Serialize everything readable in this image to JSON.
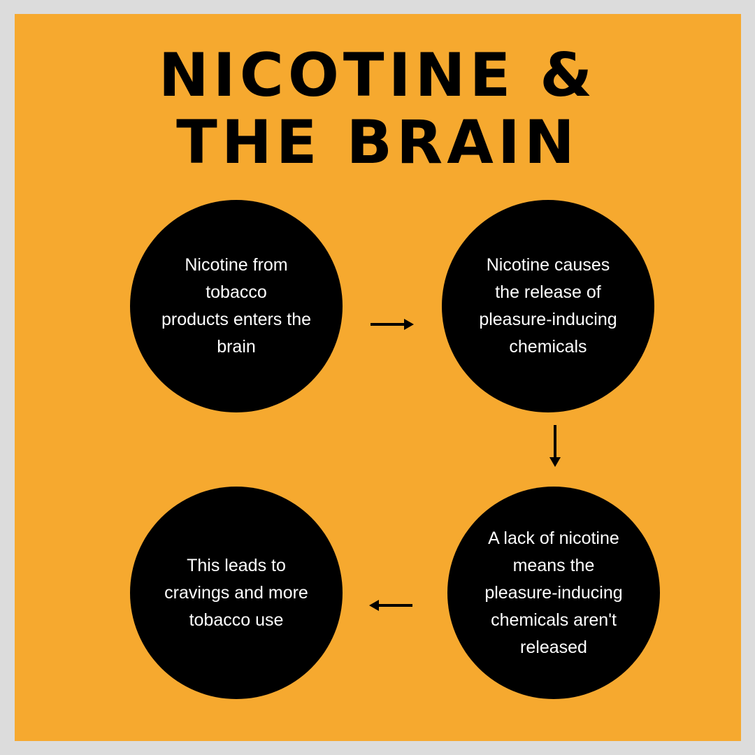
{
  "title": {
    "line1": "NICOTINE &",
    "line2": "THE BRAIN"
  },
  "steps": [
    {
      "text": "Nicotine from\ntobacco\nproducts enters the\nbrain"
    },
    {
      "text": "Nicotine causes\nthe release of\npleasure-inducing\nchemicals"
    },
    {
      "text": "A lack of nicotine\nmeans the\npleasure-inducing\nchemicals aren't\nreleased"
    },
    {
      "text": "This leads to\ncravings and more\ntobacco use"
    }
  ],
  "colors": {
    "background": "#f6a92f",
    "border": "#dcdcdc",
    "circle": "#000000",
    "circle_text": "#ffffff",
    "title": "#000000"
  },
  "icons": {
    "arrow_1": "arrow-right-icon",
    "arrow_2": "arrow-down-icon",
    "arrow_3": "arrow-left-icon"
  }
}
